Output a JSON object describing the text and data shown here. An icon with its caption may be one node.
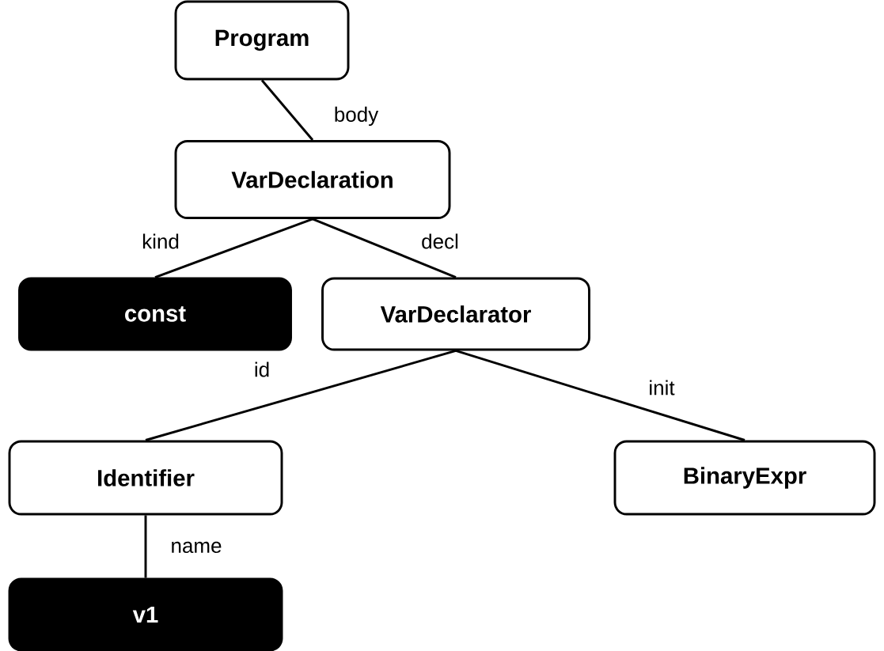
{
  "diagram": {
    "nodes": [
      {
        "text": [
          "Program"
        ]
      },
      {
        "text": [
          "VarDeclaration"
        ]
      },
      {
        "text": [
          "const"
        ]
      },
      {
        "text": [
          "VarDeclarator"
        ]
      },
      {
        "text": [
          "Identifier"
        ]
      },
      {
        "text": [
          "BinaryExpr"
        ]
      },
      {
        "text": [
          "v1"
        ]
      }
    ],
    "edges": [
      {
        "from": 0,
        "to": 1,
        "arrow": "none",
        "label": "body"
      },
      {
        "from": 1,
        "to": 2,
        "arrow": "none",
        "label": "kind"
      },
      {
        "from": 1,
        "to": 3,
        "arrow": "none",
        "label": "decl"
      },
      {
        "from": 3,
        "to": 4,
        "arrow": "none",
        "label": "id"
      },
      {
        "from": 3,
        "to": 5,
        "arrow": "none",
        "label": "init"
      },
      {
        "from": 4,
        "to": 6,
        "arrow": "none",
        "label": "name"
      }
    ]
  }
}
